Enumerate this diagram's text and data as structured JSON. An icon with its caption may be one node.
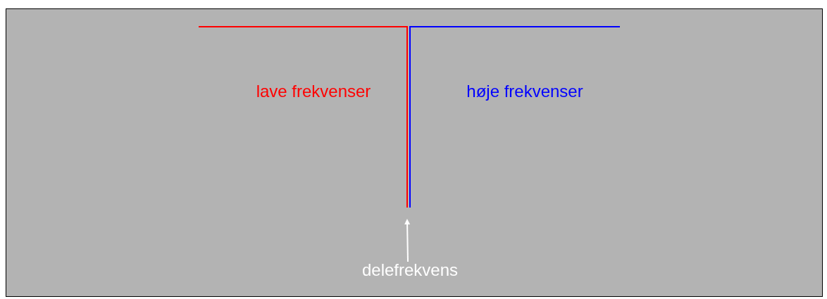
{
  "diagram": {
    "nodes": [
      {
        "text": [
          "delefrekvens"
        ]
      },
      {
        "text": [],
        "shape": "line"
      }
    ],
    "edges": [
      {
        "from": 0,
        "to": 1,
        "arrow": "to"
      }
    ],
    "labels": [
      "lave frekvenser",
      "høje frekvenser"
    ]
  }
}
